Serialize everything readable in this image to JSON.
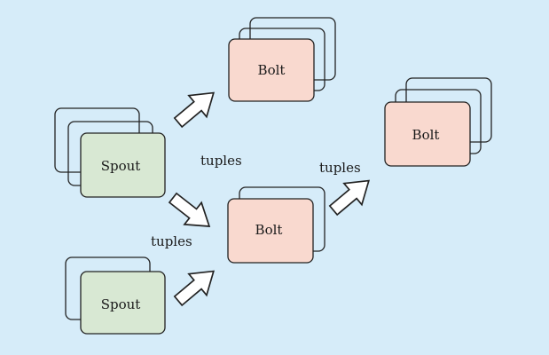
{
  "diagram": {
    "nodes": {
      "spout_top": {
        "label": "Spout"
      },
      "spout_bottom": {
        "label": "Spout"
      },
      "bolt_top": {
        "label": "Bolt"
      },
      "bolt_middle": {
        "label": "Bolt"
      },
      "bolt_right": {
        "label": "Bolt"
      }
    },
    "edges": {
      "upper_left": {
        "label": "tuples"
      },
      "lower_left": {
        "label": "tuples"
      },
      "right": {
        "label": "tuples"
      }
    }
  },
  "colors": {
    "background": "#d6ecf9",
    "spout_fill": "#d8e8d3",
    "bolt_fill": "#f9d9cf",
    "outline": "#222222"
  }
}
